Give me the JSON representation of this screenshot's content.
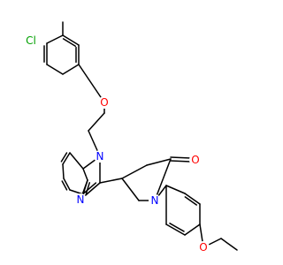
{
  "colors": {
    "bond": "#000000",
    "oxygen": "#ff0000",
    "nitrogen": "#0000ff",
    "chlorine": "#00a000",
    "background": "#ffffff"
  },
  "atom_labels": {
    "cl": "Cl",
    "o_ether_upper": "O",
    "n_benzimidazole": "N",
    "n_imine": "N",
    "o_carbonyl": "O",
    "n_pyrrolidinone": "N",
    "o_ethoxy": "O"
  }
}
